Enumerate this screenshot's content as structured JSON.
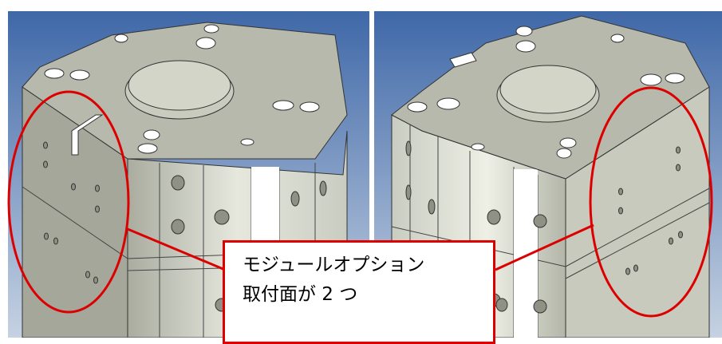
{
  "callout": {
    "line1": "モジュールオプション",
    "line2": "取付面が 2 つ"
  },
  "colors": {
    "background_top": "#3f68a8",
    "background_bottom": "#c6d2e2",
    "part_top": "#b7b9ac",
    "part_side": "#d8dbd0",
    "part_shade": "#9fa295",
    "highlight_ellipse": "#dd0000",
    "callout_border": "#dd0000"
  },
  "images": [
    {
      "name": "module-left-view",
      "description_icon": "cad-model"
    },
    {
      "name": "module-right-view",
      "description_icon": "cad-model"
    }
  ]
}
